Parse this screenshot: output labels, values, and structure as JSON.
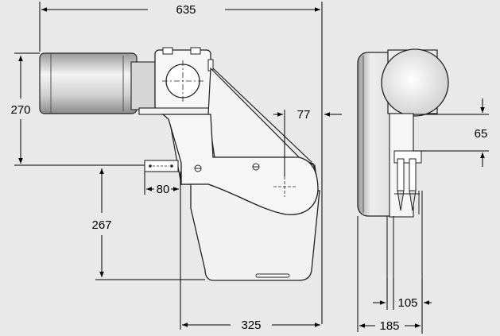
{
  "dimensions": {
    "overall_width": "635",
    "motor_height": "270",
    "offset_right": "77",
    "mount_offset": "80",
    "lower_height": "267",
    "bottom_width": "325",
    "gap_height": "65",
    "rail_width": "105",
    "side_width": "185"
  }
}
